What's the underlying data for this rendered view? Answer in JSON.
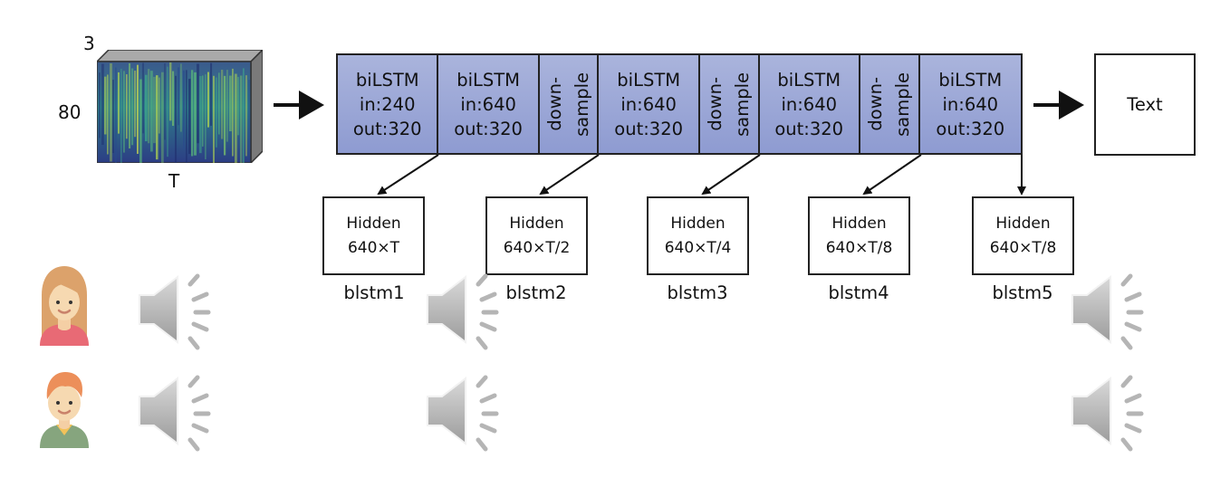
{
  "input": {
    "channels_label": "3",
    "freq_label": "80",
    "time_label": "T",
    "image": "spectrogram"
  },
  "pipeline": {
    "blocks": [
      {
        "type": "lstm",
        "name": "biLSTM",
        "in": "in:240",
        "out": "out:320"
      },
      {
        "type": "lstm",
        "name": "biLSTM",
        "in": "in:640",
        "out": "out:320"
      },
      {
        "type": "downsample",
        "line1": "down-",
        "line2": "sample"
      },
      {
        "type": "lstm",
        "name": "biLSTM",
        "in": "in:640",
        "out": "out:320"
      },
      {
        "type": "downsample",
        "line1": "down-",
        "line2": "sample"
      },
      {
        "type": "lstm",
        "name": "biLSTM",
        "in": "in:640",
        "out": "out:320"
      },
      {
        "type": "downsample",
        "line1": "down-",
        "line2": "sample"
      },
      {
        "type": "lstm",
        "name": "biLSTM",
        "in": "in:640",
        "out": "out:320"
      }
    ],
    "fill_color": "#9ca7d6"
  },
  "output": {
    "label": "Text"
  },
  "hidden": [
    {
      "title": "Hidden",
      "shape": "640×T",
      "name": "blstm1"
    },
    {
      "title": "Hidden",
      "shape": "640×T/2",
      "name": "blstm2"
    },
    {
      "title": "Hidden",
      "shape": "640×T/4",
      "name": "blstm3"
    },
    {
      "title": "Hidden",
      "shape": "640×T/8",
      "name": "blstm4"
    },
    {
      "title": "Hidden",
      "shape": "640×T/8",
      "name": "blstm5"
    }
  ],
  "speakers": [
    {
      "name": "female-speaker",
      "audio_icons": [
        "speaker-icon",
        "speaker-icon",
        "speaker-icon"
      ]
    },
    {
      "name": "male-speaker",
      "audio_icons": [
        "speaker-icon",
        "speaker-icon",
        "speaker-icon"
      ]
    }
  ]
}
